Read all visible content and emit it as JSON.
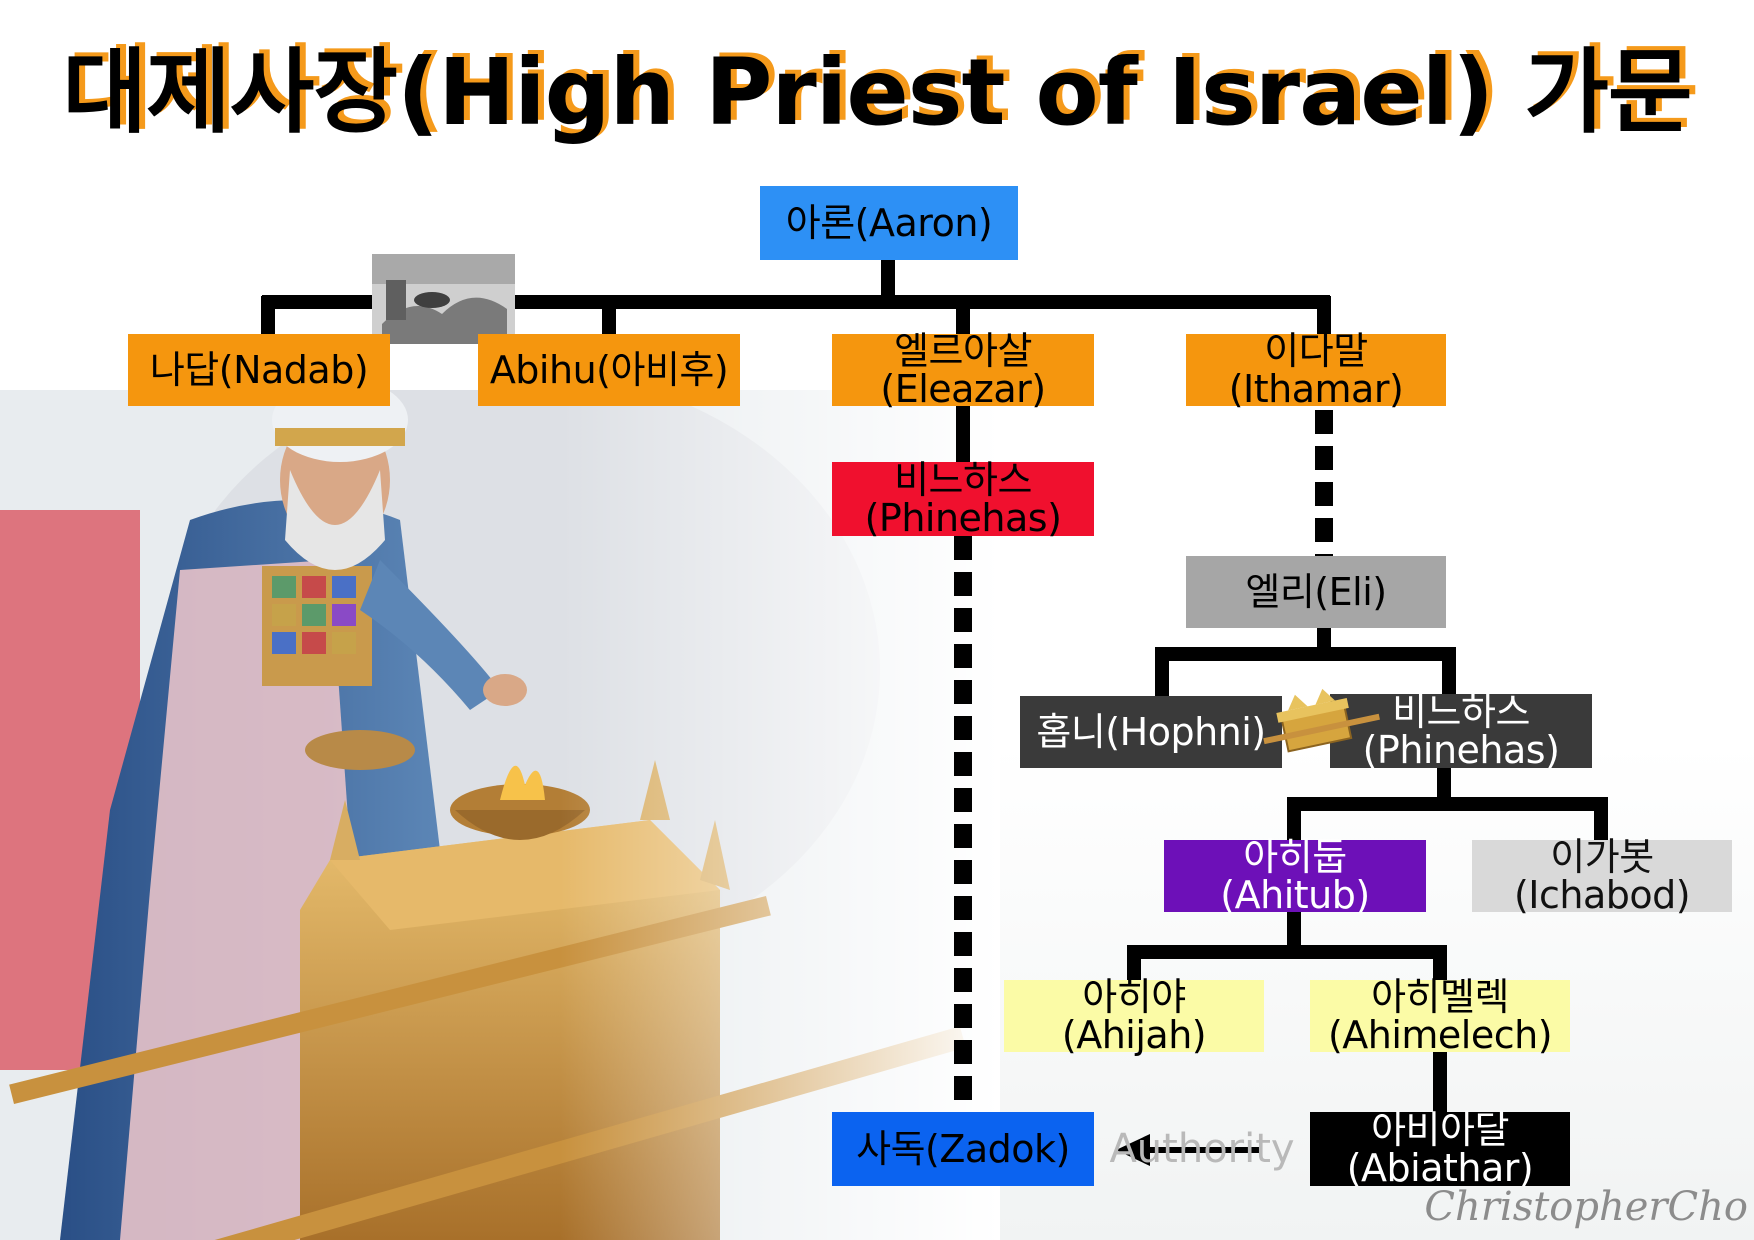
{
  "title": "대제사장(High Priest of Israel) 가문",
  "tree": {
    "aaron": "아론(Aaron)",
    "nadab": "나답(Nadab)",
    "abihu": "Abihu(아비후)",
    "eleazar": "엘르아살\n(Eleazar)",
    "ithamar": "이다말\n(Ithamar)",
    "phinehas_eleazar": "비느하스\n(Phinehas)",
    "eli": "엘리(Eli)",
    "hophni": "홉니(Hophni)",
    "phinehas_eli": "비느하스\n(Phinehas)",
    "ahitub": "아히둡\n(Ahitub)",
    "ichabod": "이가봇\n(Ichabod)",
    "ahijah": "아히야\n(Ahijah)",
    "ahimelech": "아히멜렉\n(Ahimelech)",
    "zadok": "사독(Zadok)",
    "abiathar": "아비아달\n(Abiathar)"
  },
  "arrow_label": "Authority",
  "signature": "ChristopherCho",
  "colors": {
    "title_shadow": "#f59a1b",
    "aaron": "#2d90f5",
    "sons": "#f5960e",
    "phinehas_red": "#f0102e",
    "eli_gray": "#a6a6a6",
    "dark": "#3a3a3a",
    "ahitub_purple": "#6d10b8",
    "ichabod_light": "#d9d9d9",
    "pale_yellow": "#fbfba6",
    "zadok_blue": "#0b63f0",
    "abiathar_black": "#000000"
  },
  "icons": {
    "illustration": "high-priest-at-incense-altar",
    "nadab_photo": "fallen-priests-photo",
    "ark": "ark-of-covenant-icon"
  }
}
